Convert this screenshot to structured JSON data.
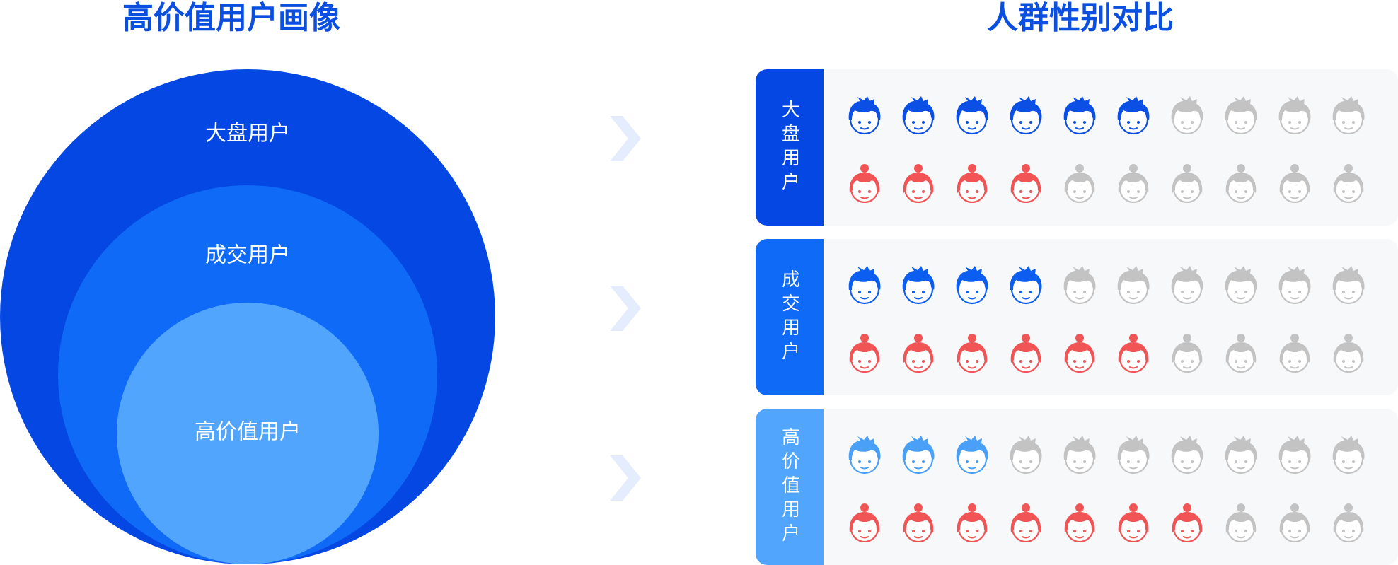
{
  "left_title": "高价值用户画像",
  "right_title": "人群性别对比",
  "circles": [
    {
      "label": "大盘用户",
      "color": "#0447e2"
    },
    {
      "label": "成交用户",
      "color": "#0e6af7"
    },
    {
      "label": "高价值用户",
      "color": "#51a5fc"
    }
  ],
  "chevron_color": "#e4ecfd",
  "inactive_icon_color": "#c3c3c3",
  "groups": [
    {
      "label": "大盘用户",
      "tab_color": "#0447e2",
      "male_icon_color": "#0b4fe5",
      "female_icon_color": "#f05455",
      "male_active": 6,
      "female_active": 4,
      "icons_per_row": 10
    },
    {
      "label": "成交用户",
      "tab_color": "#0e6af7",
      "male_icon_color": "#0b5ef0",
      "female_icon_color": "#f05455",
      "male_active": 4,
      "female_active": 6,
      "icons_per_row": 10
    },
    {
      "label": "高价值用户",
      "tab_color": "#51a5fc",
      "male_icon_color": "#4aa0f7",
      "female_icon_color": "#f05455",
      "male_active": 3,
      "female_active": 7,
      "icons_per_row": 10
    }
  ]
}
